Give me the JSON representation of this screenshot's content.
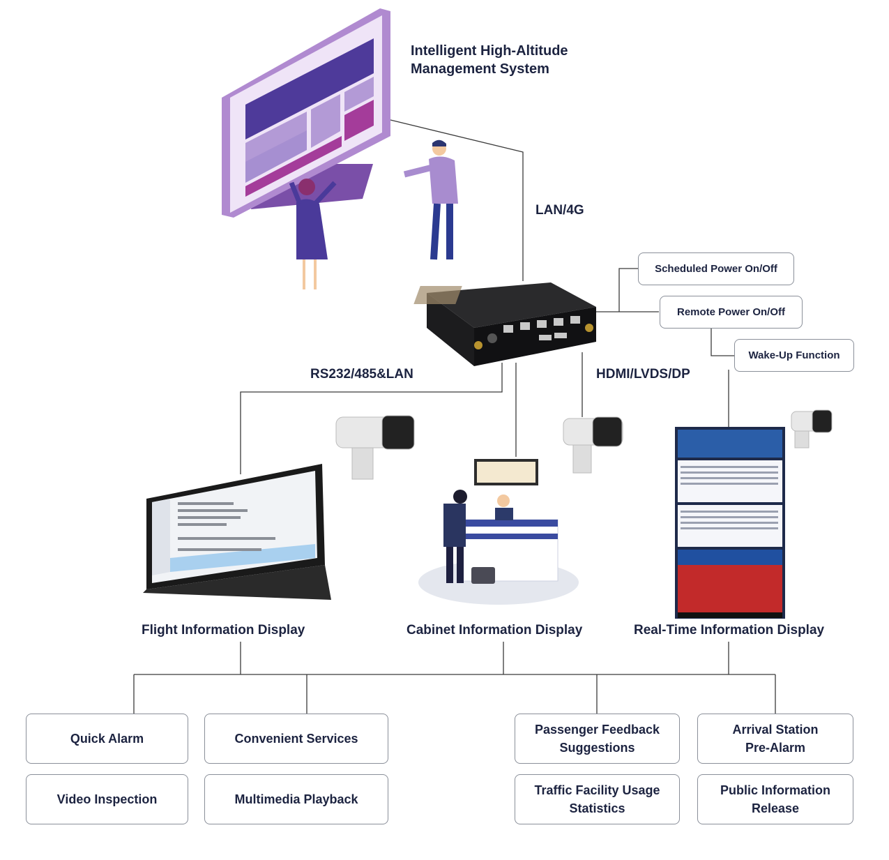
{
  "system_title": "Intelligent High-Altitude\nManagement System",
  "links": {
    "lan_4g": "LAN/4G",
    "rs232": "RS232/485&LAN",
    "hdmi": "HDMI/LVDS/DP"
  },
  "power_functions": [
    "Scheduled Power On/Off",
    "Remote Power On/Off",
    "Wake-Up Function"
  ],
  "displays": [
    "Flight Information Display",
    "Cabinet Information Display",
    "Real-Time Information Display"
  ],
  "features": [
    "Quick Alarm",
    "Convenient Services",
    "Passenger Feedback\nSuggestions",
    "Arrival Station\nPre-Alarm",
    "Video Inspection",
    "Multimedia Playback",
    "Traffic Facility Usage\nStatistics",
    "Public Information\nRelease"
  ],
  "colors": {
    "monitor": "#9c6fc2",
    "monitor_dark": "#5a3a98",
    "box_border": "#8a8f99",
    "line": "#3a3a3a",
    "text": "#1c2340"
  }
}
